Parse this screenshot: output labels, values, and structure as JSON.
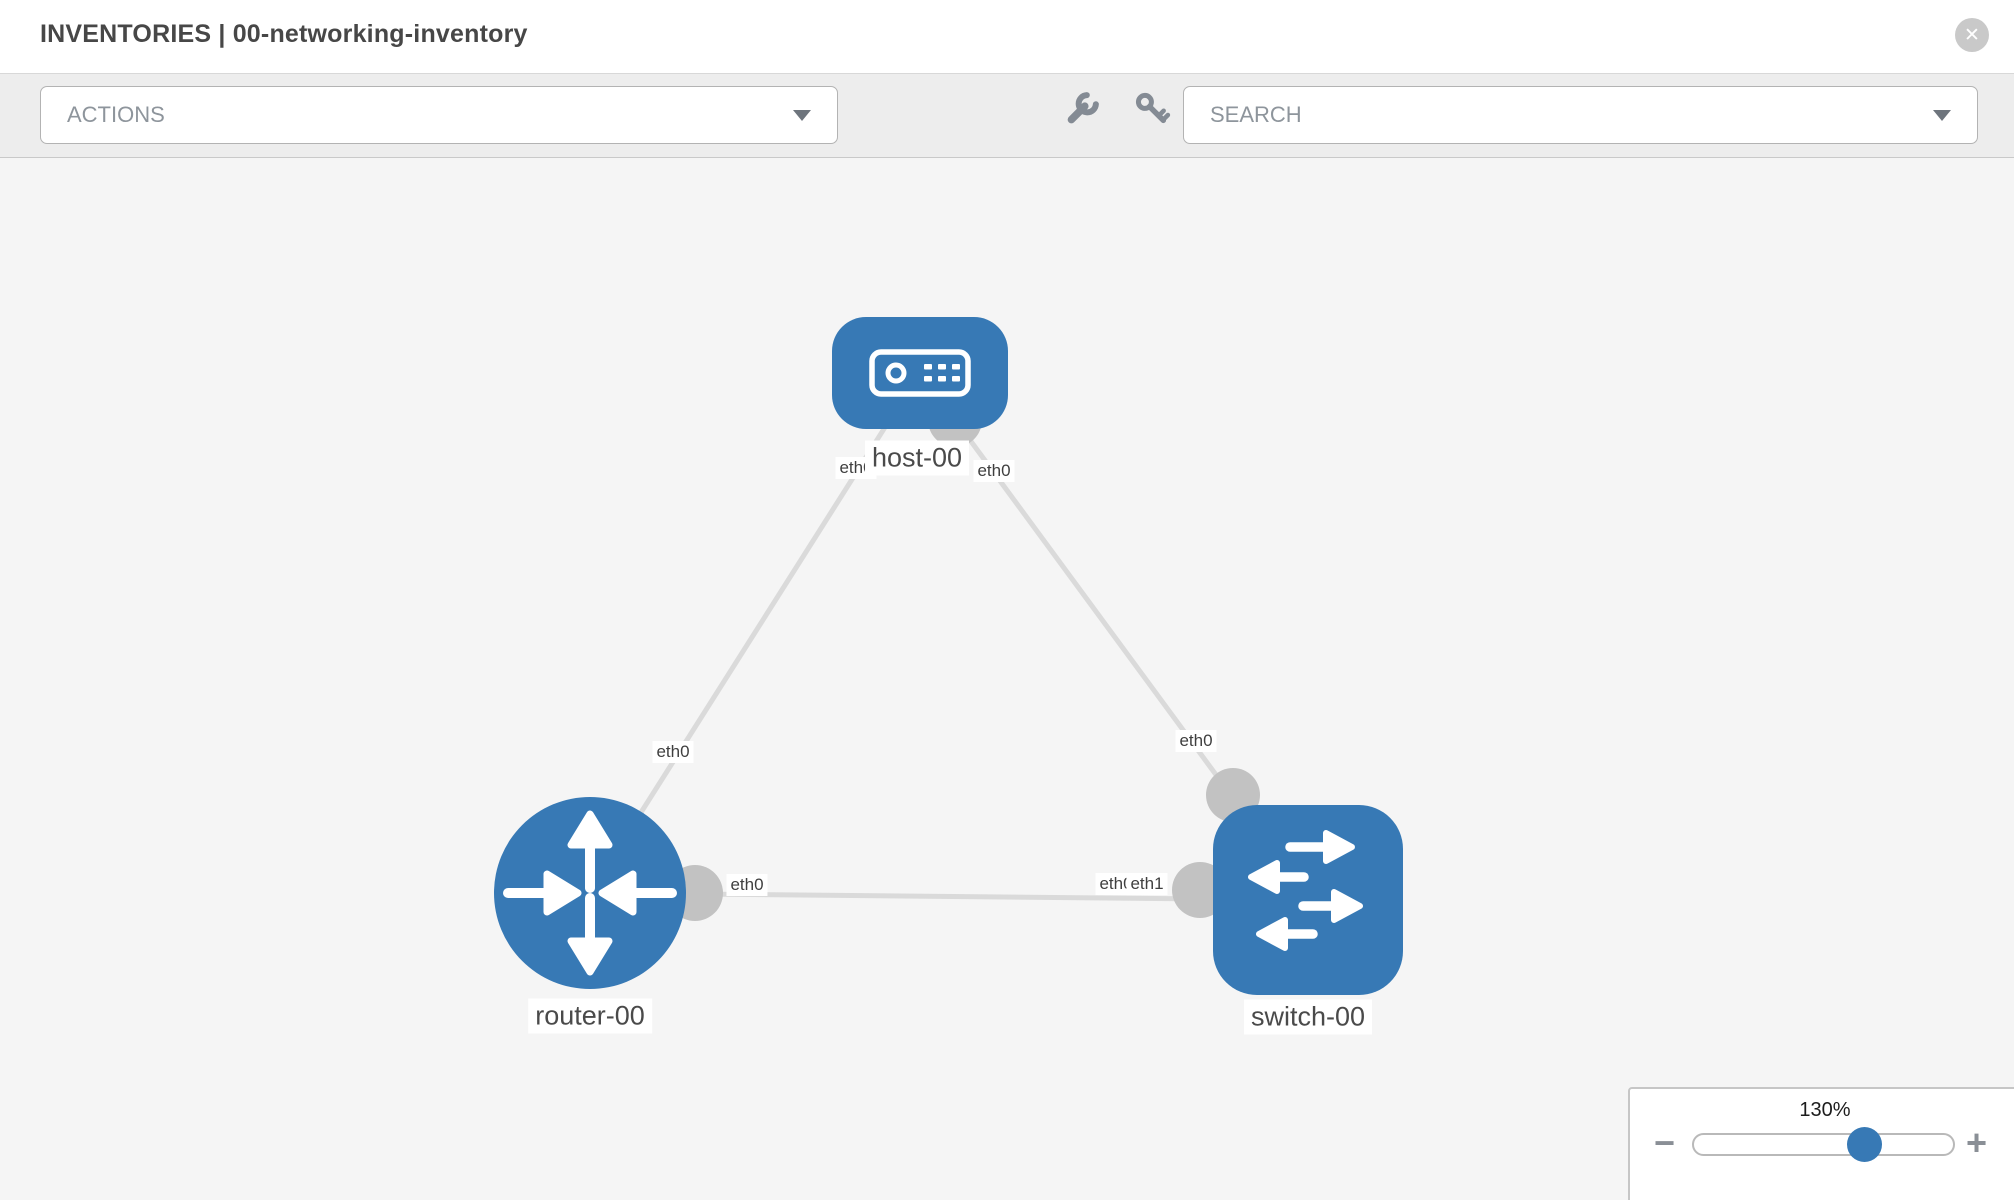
{
  "header": {
    "title": "INVENTORIES | 00-networking-inventory",
    "close_glyph": "✕"
  },
  "toolbar": {
    "actions": {
      "label": "ACTIONS"
    },
    "search": {
      "placeholder": "SEARCH"
    }
  },
  "topology": {
    "nodes": [
      {
        "id": "host-00",
        "type": "host",
        "label": "host-00"
      },
      {
        "id": "router-00",
        "type": "router",
        "label": "router-00"
      },
      {
        "id": "switch-00",
        "type": "switch",
        "label": "switch-00"
      }
    ],
    "links": [
      {
        "from": "host-00",
        "from_interface": "eth0",
        "to": "router-00",
        "to_interface": "eth0"
      },
      {
        "from": "host-00",
        "from_interface": "eth0",
        "to": "switch-00",
        "to_interface": "eth0"
      },
      {
        "from": "router-00",
        "from_interface": "eth0",
        "to": "switch-00",
        "to_interface": "eth1",
        "to_interface_overlapped": "eth0"
      }
    ]
  },
  "zoom_control": {
    "level": "130%",
    "minus_glyph": "−",
    "plus_glyph": "+"
  },
  "colors": {
    "node_blue": "#3779b5",
    "link_gray": "#dadada",
    "endpoint_gray": "#c2c2c2",
    "toolbar_icon_gray": "#848b94"
  }
}
